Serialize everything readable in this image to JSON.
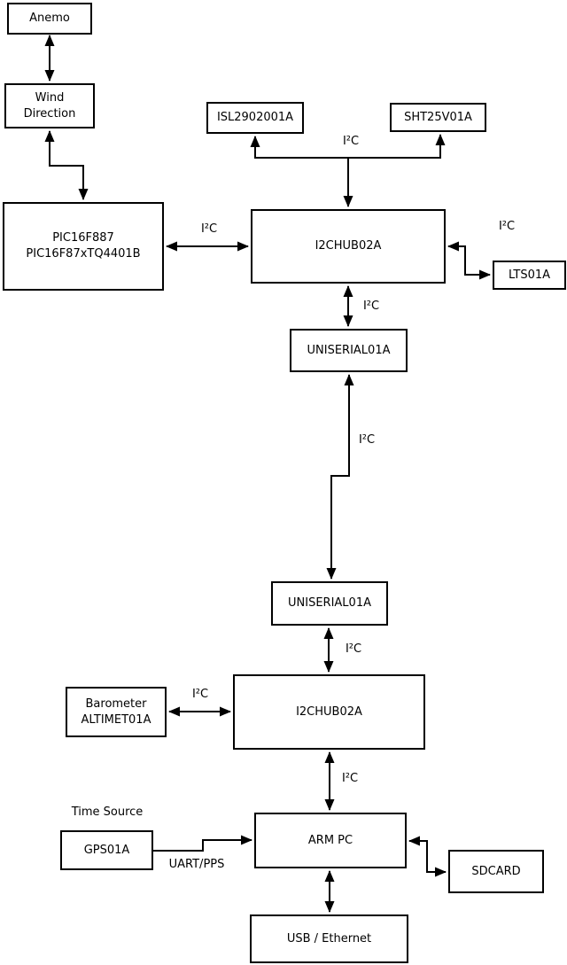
{
  "diagram": {
    "type": "block-diagram",
    "colors": {
      "line": "#000000",
      "text": "#000000",
      "box_fill": "#ffffff",
      "background": "#ffffff"
    },
    "boxes": {
      "anemo": {
        "label": "Anemo"
      },
      "wind": {
        "label": "Wind\nDirection"
      },
      "pic": {
        "label": "PIC16F887\nPIC16F87xTQ4401B"
      },
      "isl": {
        "label": "ISL2902001A"
      },
      "sht": {
        "label": "SHT25V01A"
      },
      "hub1": {
        "label": "I2CHUB02A"
      },
      "lts": {
        "label": "LTS01A"
      },
      "uniserial1": {
        "label": "UNISERIAL01A"
      },
      "uniserial2": {
        "label": "UNISERIAL01A"
      },
      "barometer": {
        "label": "Barometer\nALTIMET01A"
      },
      "hub2": {
        "label": "I2CHUB02A"
      },
      "arm_pc": {
        "label": "ARM PC"
      },
      "gps": {
        "label": "GPS01A"
      },
      "sdcard": {
        "label": "SDCARD"
      },
      "usb_ethernet": {
        "label": "USB / Ethernet"
      }
    },
    "bus_labels": {
      "i2c_top": "I²C",
      "i2c_pic_hub": "I²C",
      "i2c_lts": "I²C",
      "i2c_hub1_uni1": "I²C",
      "i2c_uni_link": "I²C",
      "i2c_uni2_hub2": "I²C",
      "i2c_barometer": "I²C",
      "i2c_hub2_arm": "I²C"
    },
    "annotations": {
      "time_source": "Time Source",
      "uart_pps": "UART/PPS"
    }
  }
}
